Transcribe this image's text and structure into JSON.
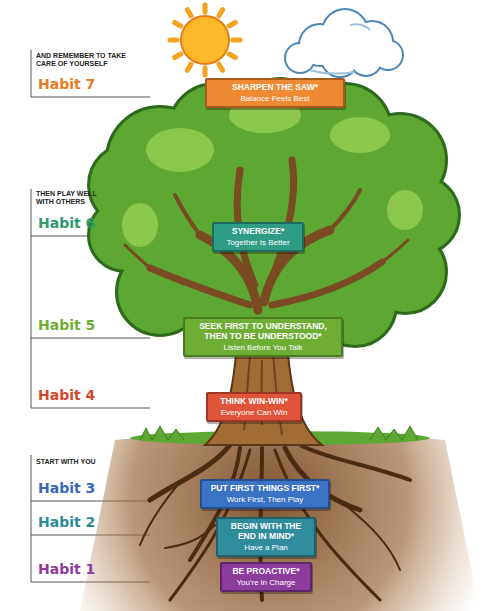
{
  "diagram": {
    "nodes": [
      {
        "text": [
          "SHARPEN THE SAW*",
          "Balance Feels Best"
        ]
      },
      {
        "text": [
          "SYNERGIZE*",
          "Together Is Better"
        ]
      },
      {
        "text": [
          "SEEK FIRST TO UNDERSTAND, THEN TO BE UNDERSTOOD*",
          "Listen Before You Talk"
        ]
      },
      {
        "text": [
          "THINK WIN-WIN*",
          "Everyone Can Win"
        ]
      },
      {
        "text": [
          "PUT FIRST THINGS FIRST*",
          "Work First, Then Play"
        ]
      },
      {
        "text": [
          "BEGIN WITH THE END IN MIND*",
          "Have a Plan"
        ]
      },
      {
        "text": [
          "BE PROACTIVE*",
          "You're in Charge"
        ]
      }
    ],
    "labels": [
      "AND REMEMBER TO TAKE CARE OF YOURSELF",
      "Habit 7",
      "THEN PLAY WELL WITH OTHERS",
      "Habit 6",
      "Habit 5",
      "Habit 4",
      "START WITH YOU",
      "Habit 3",
      "Habit 2",
      "Habit 1"
    ]
  }
}
